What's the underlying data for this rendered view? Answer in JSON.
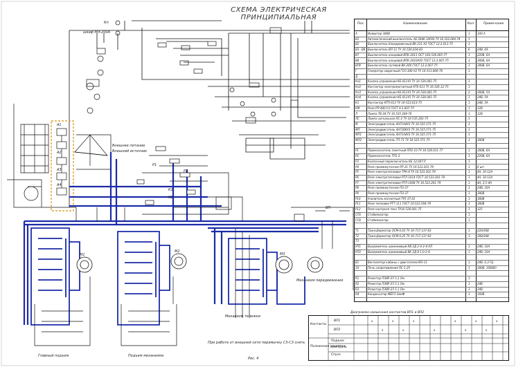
{
  "title": "СХЕМА ЭЛЕКТРИЧЕСКАЯ ПРИНЦИПИАЛЬНАЯ",
  "parts_list": {
    "headers": {
      "pos": "Поз.",
      "name": "Наименование",
      "qty": "Кол.",
      "note": "Примечание"
    },
    "rows": [
      {
        "pos": "A",
        "name": "Инвертор 380В",
        "qty": "1",
        "note": "100 А"
      },
      {
        "pos": "В1",
        "name": "Автоматический выключатель АЕ 2046-10Р20 ТУ 16.522.064-74",
        "qty": "1",
        "note": ""
      },
      {
        "pos": "В2",
        "name": "Выключатель блокировочный ВК-211-У2 ГОСТ 12.2.013-75",
        "qty": "1",
        "note": ""
      },
      {
        "pos": "ВЗ...В8",
        "name": "Выключатель ВП-11 ТУ 16.526.034-83",
        "qty": "6",
        "note": "24В, 6А"
      },
      {
        "pos": "В7",
        "name": "Выключатель концевой ВПК-2011 ОСТ 160.526.005-77",
        "qty": "1",
        "note": "220В, 6А"
      },
      {
        "pos": "В8",
        "name": "Выключатель концевой ВПК-2010АУ2 ГОСТ 12.2.007-75",
        "qty": "1",
        "note": "380В, 6А"
      },
      {
        "pos": "ВПУ",
        "name": "Выключатель путевой ВК-200 ГОСТ 12.2.007-75",
        "qty": "1",
        "note": "380В, 6А"
      },
      {
        "pos": "Г",
        "name": "Генератор сварочный ГСО-300-У2 ТУ 16-513.006-76",
        "qty": "1",
        "note": ""
      },
      {
        "pos": "Д",
        "name": "",
        "qty": "",
        "note": ""
      },
      {
        "pos": "Кп1",
        "name": "Кнопка управления КЕ-011У3 ТУ 16-526.001-75",
        "qty": "1",
        "note": ""
      },
      {
        "pos": "Кп2",
        "name": "Контактор электромагнитный КТ6-013 ТУ 16.526.12-75",
        "qty": "1",
        "note": ""
      },
      {
        "pos": "Кп3",
        "name": "Кнопка управления КЕ-011У3 ТУ 16-526.001-75",
        "qty": "2",
        "note": "380В, 5А"
      },
      {
        "pos": "Кп4",
        "name": "Кнопка управления КЕ-011У3 ТУ 16-526.001-75",
        "qty": "1",
        "note": "24В, 5А"
      },
      {
        "pos": "К1",
        "name": "Контактор КТП-013 ТУ 16-523.013-75",
        "qty": "1",
        "note": "24В, 5А"
      },
      {
        "pos": "КМ",
        "name": "Реле РП-400 У3 ГОСТ 9.2.007-75",
        "qty": "1",
        "note": "12В"
      },
      {
        "pos": "Л",
        "name": "Лампа ТВ-24 ТУ 16.535.208-70",
        "qty": "1",
        "note": "12В"
      },
      {
        "pos": "ЛС",
        "name": "Лампа сигнальная ЛС-2 ТУ 16-535.203-75",
        "qty": "1",
        "note": ""
      },
      {
        "pos": "М",
        "name": "Электродвигатель 4А71А4У3 ТУ 16.525.571-75",
        "qty": "1",
        "note": ""
      },
      {
        "pos": "МП",
        "name": "Электродвигатель 4А71В6У3 ТУ 16.525.571-75",
        "qty": "1",
        "note": ""
      },
      {
        "pos": "МП1",
        "name": "Электродвигатель 4А71А4У3 ТУ 16.525.571-75",
        "qty": "1",
        "note": ""
      },
      {
        "pos": "МП2",
        "name": "Электродвигатель ТП-71 ТУ 16.525.571-75",
        "qty": "1",
        "note": "380В"
      },
      {
        "pos": "",
        "name": "",
        "qty": "",
        "note": ""
      },
      {
        "pos": "Р1",
        "name": "Переключатель пакетный ПП2-10 ТУ 16.526.011-77",
        "qty": "1",
        "note": "380В, 6А"
      },
      {
        "pos": "Р2",
        "name": "Переключатель ТП1-2",
        "qty": "1",
        "note": "220В, 6А"
      },
      {
        "pos": "Р3",
        "name": "Кнопочный переключатель КЕ 12.007.Р",
        "qty": "1",
        "note": ""
      },
      {
        "pos": "Р4",
        "name": "Реле промежуточное РП-21 ТУ 16.523.201-79",
        "qty": "1",
        "note": "6 шт."
      },
      {
        "pos": "Р5",
        "name": "Реле электротепловое ТРН-8 ТУ 16.523.201-79",
        "qty": "1",
        "note": "4А, 10-12А"
      },
      {
        "pos": "Р6",
        "name": "Реле электротепловое РТЛ-1014 ГОСТ 16.523.201-79",
        "qty": "1",
        "note": "4А, 10-12А"
      },
      {
        "pos": "Р7",
        "name": "Реле электротепловое РТЛ-1008 ТУ 16.523.201-79",
        "qty": "1",
        "note": "4А, 2,5-4А"
      },
      {
        "pos": "Р8",
        "name": "Реле промежуточное ПЭ-37",
        "qty": "1",
        "note": "24В, 10А"
      },
      {
        "pos": "Р9",
        "name": "Реле промежуточное ПЭ-37",
        "qty": "1",
        "note": "380В"
      },
      {
        "pos": "Р10",
        "name": "Усилитель магнитный ТУ5-37.01",
        "qty": "1",
        "note": "380В"
      },
      {
        "pos": "Р11",
        "name": "Реле тепловое РТТ-111 ГОСТ 16.523.564-79",
        "qty": "1",
        "note": "380В"
      },
      {
        "pos": "Р12",
        "name": "Реле контроля тока ТУ16-526.001-75",
        "qty": "1",
        "note": "125"
      },
      {
        "pos": "СП1",
        "name": "Стабилизатор",
        "qty": "1",
        "note": ""
      },
      {
        "pos": "СП2",
        "name": "Стабилизатор",
        "qty": "1",
        "note": ""
      },
      {
        "pos": "",
        "name": "",
        "qty": "",
        "note": ""
      },
      {
        "pos": "Т1",
        "name": "Трансформатор ОСМ-0,63 ТУ 16-717.137-83",
        "qty": "1",
        "note": "220/36В"
      },
      {
        "pos": "Т2",
        "name": "Трансформатор ОСМ-0,25 ТУ 16-717.137-83",
        "qty": "1",
        "note": "380/24В"
      },
      {
        "pos": "Т3",
        "name": "",
        "qty": "",
        "note": ""
      },
      {
        "pos": "УП1",
        "name": "Выпрямитель кремниевый КВ 2Д 2-4-2-4-ХЛ",
        "qty": "1",
        "note": "24В, 10А"
      },
      {
        "pos": "УП2",
        "name": "Выпрямитель кремниевый ВК 2Д 8-1,0-2-4",
        "qty": "1",
        "note": "24В, 10А"
      },
      {
        "pos": "",
        "name": "",
        "qty": "",
        "note": ""
      },
      {
        "pos": "В1",
        "name": "Вентилятор кабины с двигателем МЭ-11",
        "qty": "1",
        "note": "24В, 6,3 ГЦ"
      },
      {
        "pos": "ЭЗ",
        "name": "Печь сопротивления ПС-1-25",
        "qty": "1",
        "note": "380В, 1000Вт"
      },
      {
        "pos": "",
        "name": "",
        "qty": "",
        "note": ""
      },
      {
        "pos": "R1",
        "name": "Резистор ПЭВР-25 5,1 Ом",
        "qty": "1",
        "note": ""
      },
      {
        "pos": "R2",
        "name": "Резистор ПЭВР-25 5,1 Ом",
        "qty": "1",
        "note": "24В"
      },
      {
        "pos": "R3",
        "name": "Резистор ПЭВР-25 5,1 Ом",
        "qty": "1",
        "note": "24В"
      },
      {
        "pos": "R4",
        "name": "Конденсатор МБГО 2мкФ",
        "qty": "1",
        "note": "160В"
      }
    ]
  },
  "switch_table": {
    "title": "Диаграмма замыкания контактов ВП1 и ВП2",
    "row_labels": [
      "Контакты",
      "ВП1",
      "ВП2",
      "Положения рукоятки",
      "Подъем",
      "Нейтраль",
      "Спуск"
    ],
    "side_labels": [
      "Контакты",
      "Положения рукоятки"
    ]
  },
  "labels": {
    "mech_hoist": "Подъем механизма",
    "mech_travel": "Механизм передвижения",
    "mech_trolley": "Механизм тележки",
    "hook_hoist": "Главный подъем",
    "caption_bottom": "При работе от внешней сети перемычку С3-С3 снять",
    "fig": "Рис. 4",
    "external_power": "Внешнее питание",
    "power_supply": "Внешний источник",
    "node_a1": "А1",
    "node_a2": "А2",
    "node_a3": "А3",
    "node_a4": "А4",
    "kp": "Кп",
    "r1": "Р1",
    "r2": "Р2",
    "k1": "К1",
    "k2": "К2",
    "m1": "М1",
    "m2": "М2",
    "m3": "М3",
    "vp": "ВП",
    "shkaf": "шкаф МЭ-200А"
  },
  "colors": {
    "wire": "#111111",
    "bus": "#1a2aa8",
    "highlight": "#e0a030",
    "paper": "#ffffff"
  }
}
